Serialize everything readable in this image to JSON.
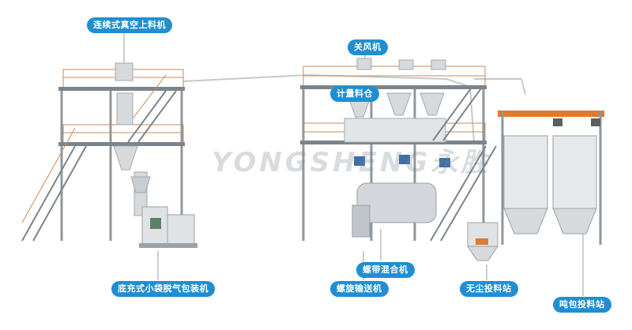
{
  "colors": {
    "accent": "#1f8fd1",
    "steel": "#8f979e",
    "railing": "#c98a5a",
    "machine": "#d6dadd",
    "orange_beam": "#e07a2c"
  },
  "labels": {
    "continuous_vacuum_loader": "连续式真空上料机",
    "air_lock": "关风机",
    "metering_bin": "计量料仓",
    "bottom_fill_packer": "底充式小袋脱气包装机",
    "ribbon_mixer": "螺带混合机",
    "screw_conveyor": "螺旋输送机",
    "dust_free_station": "无尘投料站",
    "ton_bag_station": "吨包投料站"
  },
  "logo": {
    "watermark": "YONGSHENG永胜"
  }
}
